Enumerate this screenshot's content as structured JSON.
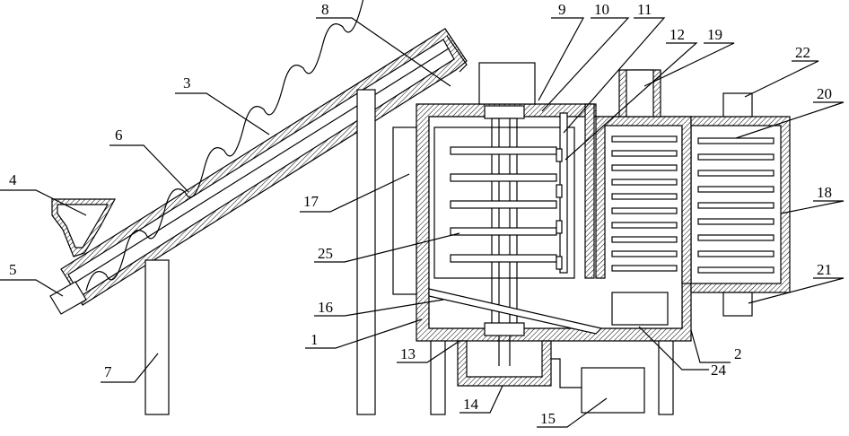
{
  "labels": {
    "l1": "1",
    "l2": "2",
    "l3": "3",
    "l4": "4",
    "l5": "5",
    "l6": "6",
    "l7": "7",
    "l8": "8",
    "l9": "9",
    "l10": "10",
    "l11": "11",
    "l12": "12",
    "l13": "13",
    "l14": "14",
    "l15": "15",
    "l16": "16",
    "l17": "17",
    "l18": "18",
    "l19": "19",
    "l20": "20",
    "l21": "21",
    "l22": "22",
    "l24": "24",
    "l25": "25"
  }
}
